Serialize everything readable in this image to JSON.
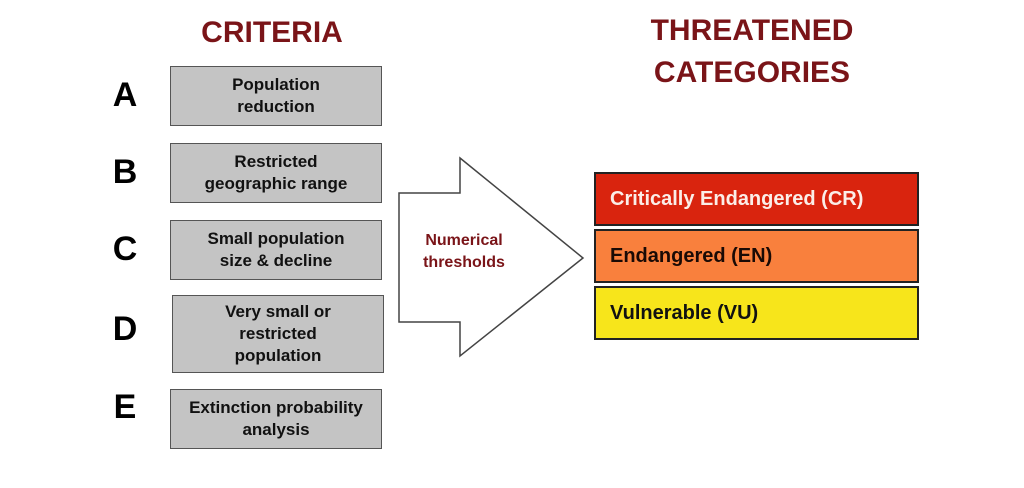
{
  "criteria_title": "CRITERIA",
  "categories_title": [
    "THREATENED",
    "CATEGORIES"
  ],
  "criteria": [
    {
      "letter": "A",
      "label": "Population reduction"
    },
    {
      "letter": "B",
      "label": "Restricted geographic range"
    },
    {
      "letter": "C",
      "label": "Small population size & decline"
    },
    {
      "letter": "D",
      "label": "Very small or restricted population"
    },
    {
      "letter": "E",
      "label": "Extinction probability analysis"
    }
  ],
  "arrow_label": "Numerical thresholds",
  "categories": [
    {
      "label": "Critically Endangered (CR)",
      "color": "#d9240e"
    },
    {
      "label": "Endangered (EN)",
      "color": "#f9803d"
    },
    {
      "label": "Vulnerable (VU)",
      "color": "#f7e51b"
    }
  ]
}
